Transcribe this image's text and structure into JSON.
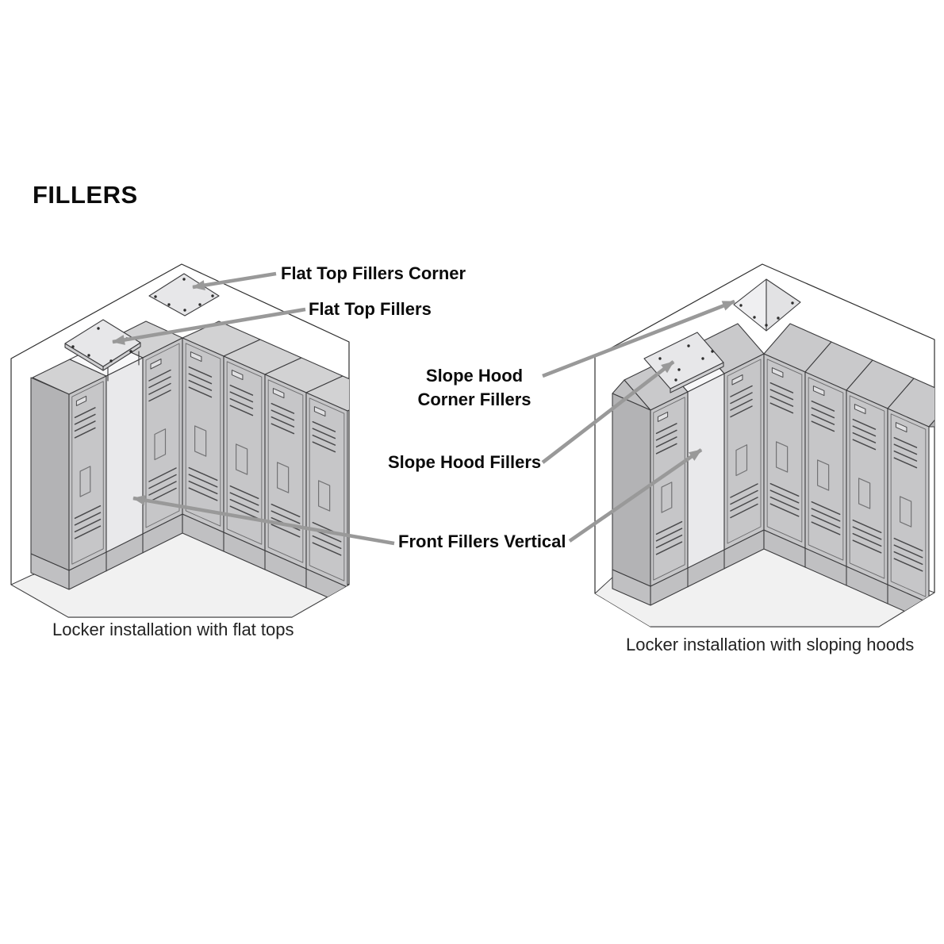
{
  "title": "FILLERS",
  "labels": {
    "flat_top_fillers_corner": "Flat Top Fillers Corner",
    "flat_top_fillers": "Flat Top Fillers",
    "slope_hood_line1": "Slope Hood",
    "slope_hood_line2": "Corner Fillers",
    "slope_hood_fillers": "Slope Hood Fillers",
    "front_fillers_vertical": "Front Fillers Vertical"
  },
  "diagrams": {
    "left": {
      "caption": "Locker installation with flat tops"
    },
    "right": {
      "caption": "Locker installation with sloping hoods"
    }
  },
  "colors": {
    "outline": "#3c3c3e",
    "detail": "#4a4a4c",
    "locker_front": "#c6c6c8",
    "locker_top": "#d2d2d3",
    "locker_hood": "#c9c9cb",
    "locker_side": "#b3b3b5",
    "locker_base": "#c0c0c2",
    "filler_light": "#e9e9eb",
    "plate_light": "#e7e7e9",
    "plate_edge": "#cfcfd1",
    "gap_white": "#f8f8f9",
    "floor": "#f1f1f1",
    "arrow": "#999999",
    "text": "#0b0b0b"
  }
}
